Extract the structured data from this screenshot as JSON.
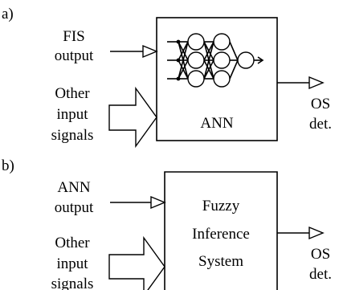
{
  "panel_a": {
    "label": "a)",
    "input1": [
      "FIS",
      "output"
    ],
    "input2": [
      "Other",
      "input",
      "signals"
    ],
    "block": "ANN",
    "output": [
      "OS",
      "det."
    ]
  },
  "panel_b": {
    "label": "b)",
    "input1": [
      "ANN",
      "output"
    ],
    "input2": [
      "Other",
      "input",
      "signals"
    ],
    "block": [
      "Fuzzy",
      "Inference",
      "System"
    ],
    "output": [
      "OS",
      "det."
    ]
  }
}
